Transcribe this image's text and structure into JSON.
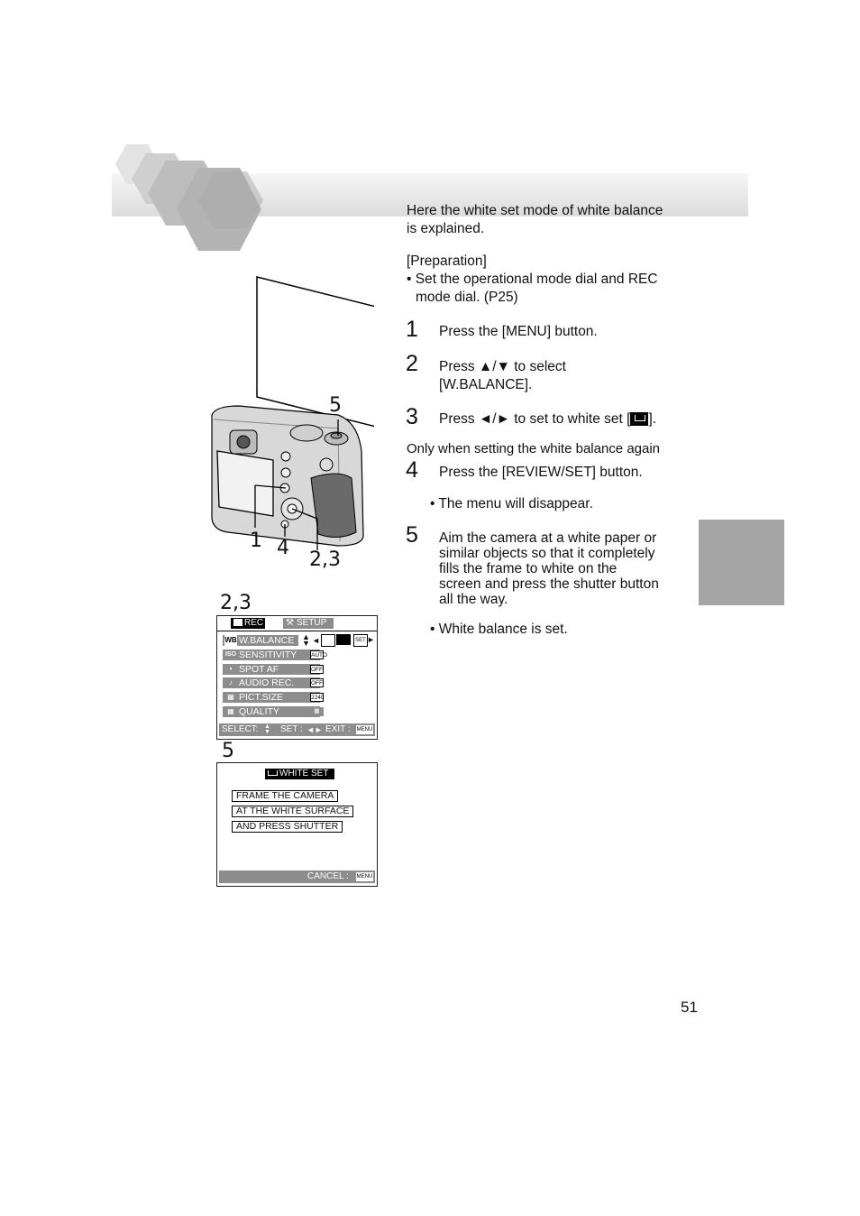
{
  "intro": {
    "line1": "Here the white set mode of white balance",
    "line2": "is explained."
  },
  "preparation": {
    "heading": "[Preparation]",
    "line1": "• Set the operational mode dial and REC",
    "line2": "mode dial. (P25)"
  },
  "steps": [
    {
      "num": "1",
      "text": "Press the [MENU] button."
    },
    {
      "num": "2",
      "text_line1": "Press ▲/▼ to select",
      "text_line2": "[W.BALANCE]."
    },
    {
      "num": "3",
      "text_before": "Press ◄/► to set to white set [",
      "text_after": "]."
    },
    {
      "num": "4",
      "text": "Press the [REVIEW/SET] button.",
      "note": "• The menu will disappear."
    },
    {
      "num": "5",
      "lines": [
        "Aim the camera at a white paper or",
        "similar objects so that it completely",
        "fills the frame to white on the",
        "screen and press the shutter button",
        "all the way."
      ],
      "note": "• White balance is set."
    }
  ],
  "only_when": "Only when setting the white balance again",
  "page_number": "51",
  "camera_figure": {
    "callouts": [
      "5",
      "1",
      "4",
      "2,3"
    ]
  },
  "menu_screen": {
    "figure_label": "2,3",
    "tab_rec": "REC",
    "tab_setup": "SETUP",
    "rows": [
      {
        "icon": "WB",
        "label": "W.BALANCE",
        "value": "SET"
      },
      {
        "icon": "ISO",
        "label": "SENSITIVITY",
        "value": "AUTO"
      },
      {
        "icon": "•",
        "label": "SPOT AF",
        "value": "OFF"
      },
      {
        "icon": "♪",
        "label": "AUDIO REC.",
        "value": "OFF"
      },
      {
        "icon": "▦",
        "label": "PICT.SIZE",
        "value": "2240"
      },
      {
        "icon": "▦",
        "label": "QUALITY",
        "value": "▦"
      }
    ],
    "footer_select": "SELECT:",
    "footer_set": "SET :",
    "footer_exit": "EXIT :",
    "menu_key": "MENU"
  },
  "white_set_screen": {
    "figure_label": "5",
    "title": "WHITE SET",
    "lines": [
      "FRAME THE CAMERA",
      "AT THE WHITE SURFACE",
      "AND PRESS SHUTTER"
    ],
    "cancel": "CANCEL :",
    "menu_key": "MENU"
  },
  "colors": {
    "side_tab": "#a5a5a5",
    "banner": "#e4e4e4",
    "hex": "#b8b8b8"
  }
}
